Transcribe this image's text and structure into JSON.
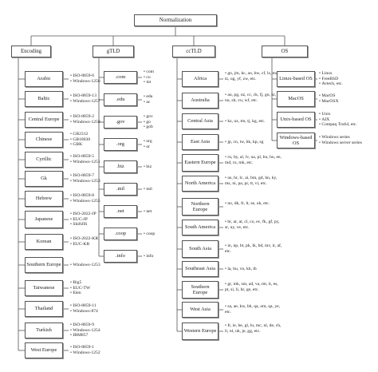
{
  "root": "Normalization",
  "categories": [
    {
      "label": "Encoding",
      "children": [
        {
          "label": "Arabic",
          "items": [
            "ISO-8859-6",
            "Windows-1256"
          ]
        },
        {
          "label": "Baltic",
          "items": [
            "ISO-8859-13",
            "Windows-1257"
          ]
        },
        {
          "label": "Central Europe",
          "items": [
            "ISO-8859-2",
            "Windows-1250"
          ]
        },
        {
          "label": "Chinese",
          "items": [
            "GB2312",
            "GB18030",
            "GBK"
          ]
        },
        {
          "label": "Cyrillic",
          "items": [
            "ISO-8859-5",
            "Windows-1251"
          ]
        },
        {
          "label": "Gk",
          "items": [
            "ISO-8859-7",
            "Windows-1253"
          ]
        },
        {
          "label": "Hebrew",
          "items": [
            "ISO-8859-8",
            "Windows-1255"
          ]
        },
        {
          "label": "Japanese",
          "items": [
            "ISO-2022-JP",
            "EUC-JP",
            "ShiftJIS"
          ]
        },
        {
          "label": "Korean",
          "items": [
            "ISO-2022-KR",
            "EUC-KR"
          ]
        },
        {
          "label": "Southern Europe",
          "items": [
            "Windows-1253"
          ]
        },
        {
          "label": "Taiwanese",
          "items": [
            "Big5",
            "EUC-TW",
            "Eten"
          ]
        },
        {
          "label": "Thailand",
          "items": [
            "ISO-8859-11",
            "Windows-874"
          ]
        },
        {
          "label": "Turkish",
          "items": [
            "ISO-8859-9",
            "Windows-1254",
            "IBM857"
          ]
        },
        {
          "label": "West Europe",
          "items": [
            "ISO-8859-1",
            "Windows-1252"
          ]
        }
      ]
    },
    {
      "label": "gTLD",
      "children": [
        {
          "label": ".com",
          "items": [
            "com",
            "co",
            "int"
          ]
        },
        {
          "label": ".edu",
          "items": [
            "edu",
            "ac"
          ]
        },
        {
          "label": ".gov",
          "items": [
            "gov",
            "go",
            "gob"
          ]
        },
        {
          "label": ".org",
          "items": [
            "org",
            "or"
          ]
        },
        {
          "label": ".biz",
          "items": [
            "biz"
          ]
        },
        {
          "label": ".mil",
          "items": [
            "mil"
          ]
        },
        {
          "label": ".net",
          "items": [
            "net"
          ]
        },
        {
          "label": ".coop",
          "items": [
            "coop"
          ]
        },
        {
          "label": ".info",
          "items": [
            "info"
          ]
        }
      ]
    },
    {
      "label": "ccTLD",
      "children": [
        {
          "label": "Africa",
          "items": [
            "gn, jm, kc, ao, bw, cf, ls, mz, tz, ug, yf, zw, etc."
          ]
        },
        {
          "label": "Australia",
          "items": [
            "au, pg, nz, cc, ck, fj, gu, ki, nu, sb, vu, wf, etc."
          ]
        },
        {
          "label": "Central Asia",
          "items": [
            "kz, uz, tm, tj, kg, etc."
          ]
        },
        {
          "label": "East Asia",
          "items": [
            "jp, cn, tw, hk, kp, sg"
          ]
        },
        {
          "label": "Eastern Europe",
          "items": [
            "ru, by, al, lv, ua, pl, bu, hu, ee, md, ro, mk, etc."
          ]
        },
        {
          "label": "North America",
          "items": [
            "us, hr, lc, ai, bm, gd, hn, ky, ms, ni, pa, pr, tt, vi, etc."
          ]
        },
        {
          "label": "Northern Europe",
          "items": [
            "no, dk, fr, lt, se, uk, etc."
          ]
        },
        {
          "label": "South America",
          "items": [
            "br, ar, at, cl, co, ec, fk, gf, py, sr, uy, ve, etc."
          ]
        },
        {
          "label": "South Asia",
          "items": [
            "in, np, bt, pk, lk, bd, mv, ir, af, etc."
          ]
        },
        {
          "label": "Southeast Asia",
          "items": [
            "la, bu, vn, kh, th"
          ]
        },
        {
          "label": "Southern Europe",
          "items": [
            "gr, mk, sm, ad, va, mt, it, es, pt, si, li, hr, ge, etc."
          ]
        },
        {
          "label": "West Asia",
          "items": [
            "sa, ae, kw, bh, qa, om, qa, ye, etc."
          ]
        },
        {
          "label": "Western Europe",
          "items": [
            "fr, ie, be, gl, lu, mc, nl, de, ch, li, nl, uk, je, gg, etc."
          ]
        }
      ]
    },
    {
      "label": "OS",
      "children": [
        {
          "label": "Linux-based OS",
          "items": [
            "Linux",
            "FreeBSD",
            "Avtech, etc."
          ]
        },
        {
          "label": "MacOS",
          "items": [
            "MacOS",
            "MacOSX"
          ]
        },
        {
          "label": "Unix-based OS",
          "items": [
            "Unix",
            "AIX",
            "Compaq Tru64, etc."
          ]
        },
        {
          "label": "Windows-based OS",
          "items": [
            "Windows series",
            "Windows server series"
          ]
        }
      ]
    }
  ]
}
